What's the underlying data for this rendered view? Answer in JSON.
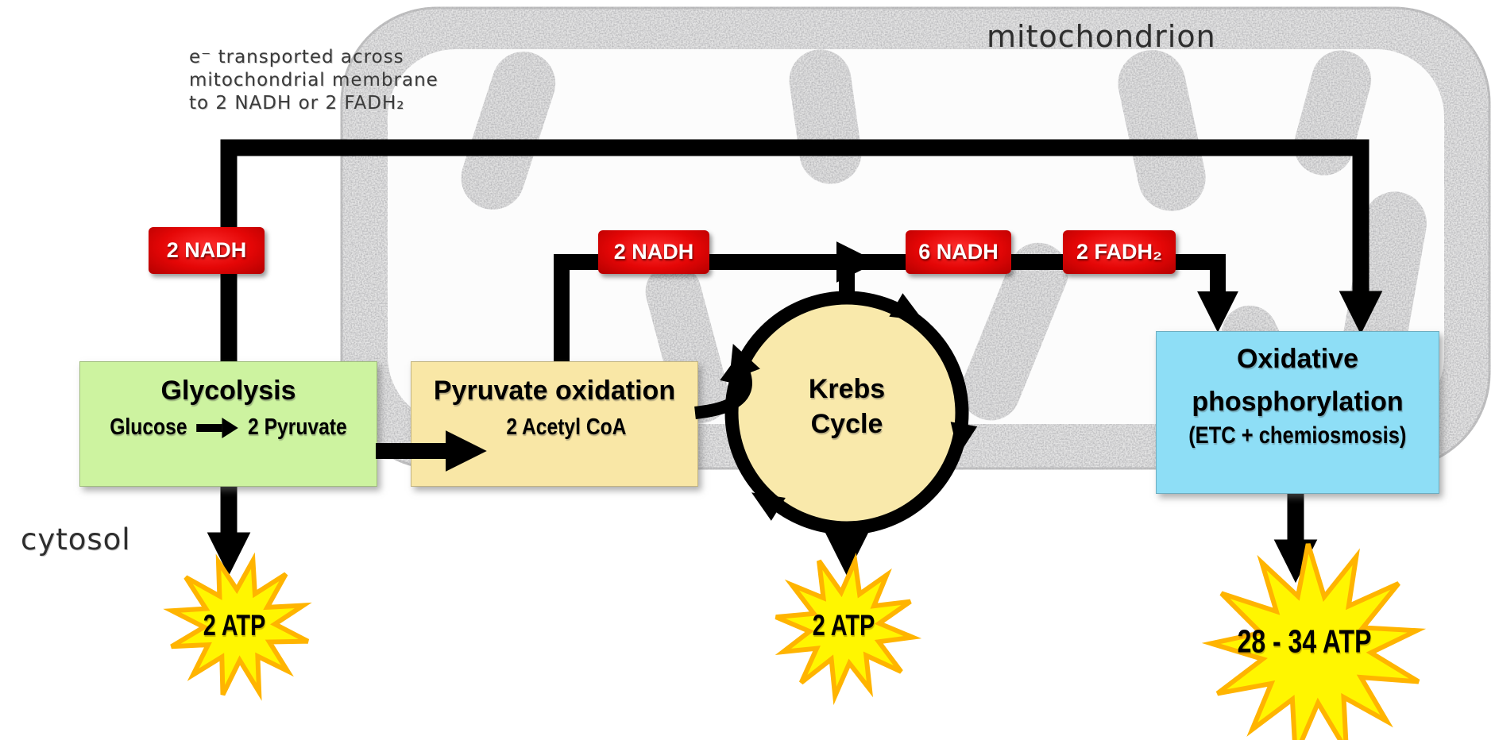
{
  "labels": {
    "mitochondrion": "mitochondrion",
    "cytosol": "cytosol",
    "electron_note": [
      "e⁻ transported across",
      "mitochondrial membrane",
      "to 2 NADH or 2 FADH₂"
    ]
  },
  "stages": {
    "glycolysis": {
      "title": "Glycolysis",
      "input": "Glucose",
      "output": "2 Pyruvate"
    },
    "pyruvate_oxidation": {
      "title": "Pyruvate oxidation",
      "output": "2 Acetyl CoA"
    },
    "krebs_cycle": {
      "title_line1": "Krebs",
      "title_line2": "Cycle"
    },
    "oxidative_phosphorylation": {
      "title_line1": "Oxidative",
      "title_line2": "phosphorylation",
      "subtitle": "(ETC + chemiosmosis)"
    }
  },
  "electron_carriers": {
    "glycolysis_nadh": "2 NADH",
    "pyruvate_oxidation_nadh": "2 NADH",
    "krebs_nadh": "6 NADH",
    "krebs_fadh2": "2 FADH₂"
  },
  "atp_yields": {
    "glycolysis": "2 ATP",
    "krebs_cycle": "2 ATP",
    "oxidative_phosphorylation": "28 - 34 ATP"
  },
  "colors": {
    "carrier_red": "#e40606",
    "glycolysis_green": "#cdf3a0",
    "pyruvate_tan": "#f9e7a6",
    "krebs_tan": "#f9e9ab",
    "oxphos_blue": "#8edef6",
    "atp_yellow": "#fff600",
    "atp_star_border_orange": "#ffb400",
    "arrow_black": "#000000"
  }
}
